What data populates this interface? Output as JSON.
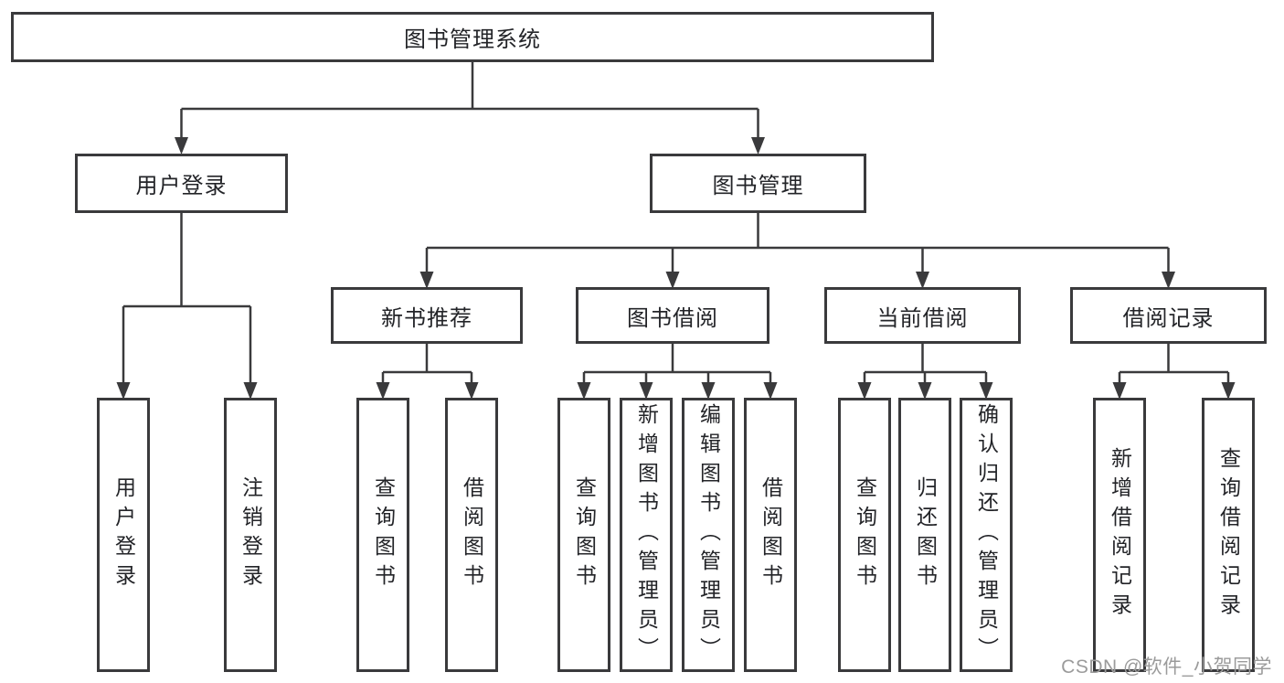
{
  "diagram": {
    "root": {
      "label": "图书管理系统"
    },
    "level2": [
      {
        "label": "用户登录"
      },
      {
        "label": "图书管理"
      }
    ],
    "level3": [
      {
        "label": "新书推荐"
      },
      {
        "label": "图书借阅"
      },
      {
        "label": "当前借阅"
      },
      {
        "label": "借阅记录"
      }
    ],
    "leaves": {
      "user_login": [
        "用户登录",
        "注销登录"
      ],
      "new_book": [
        "查询图书",
        "借阅图书"
      ],
      "book_borrow": [
        "查询图书",
        "新增图书（管理员）",
        "编辑图书（管理员）",
        "借阅图书"
      ],
      "current_borrow": [
        "查询图书",
        "归还图书",
        "确认归还（管理员）"
      ],
      "borrow_records": [
        "新增借阅记录",
        "查询借阅记录"
      ]
    },
    "colors": {
      "line": "#3a3a3c",
      "text": "#232428",
      "watermark": "#9b9b9b",
      "background": "#ffffff"
    }
  },
  "watermark": {
    "text": "CSDN @软件_小贺同学"
  }
}
